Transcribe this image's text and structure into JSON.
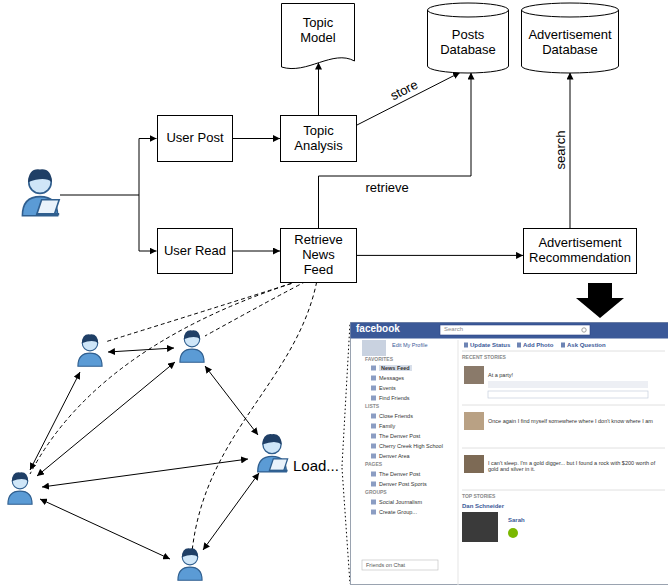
{
  "diagram": {
    "nodes": [
      {
        "text": [
          "Topic Model"
        ]
      },
      {
        "text": [
          "Posts Database"
        ]
      },
      {
        "text": [
          "Advertisement Database"
        ]
      },
      {
        "text": [
          "User Post"
        ]
      },
      {
        "text": [
          "Topic Analysis"
        ]
      },
      {
        "text": [
          "User Read"
        ]
      },
      {
        "text": [
          "Retrieve News Feed"
        ]
      },
      {
        "text": [
          "Advertisement Recommendation"
        ]
      }
    ],
    "edges": [
      {
        "from": 3,
        "to": 4,
        "arrow": "to"
      },
      {
        "from": 4,
        "to": 0,
        "arrow": "to"
      },
      {
        "from": 4,
        "to": 1,
        "label": "store",
        "arrow": "to"
      },
      {
        "from": 5,
        "to": 6,
        "arrow": "to"
      },
      {
        "from": 6,
        "to": 1,
        "label": "retrieve",
        "arrow": "to"
      },
      {
        "from": 6,
        "to": 7,
        "arrow": "to"
      },
      {
        "from": 7,
        "to": 2,
        "label": "search",
        "arrow": "to"
      }
    ],
    "labels": [
      "Load...",
      "facebook",
      "Search",
      "Edit My Profile",
      "FAVORITES",
      "News Feed",
      "Messages",
      "Events",
      "Find Friends",
      "LISTS",
      "Close Friends",
      "Family",
      "The Denver Post",
      "Cherry Creek High School",
      "Denver Area",
      "PAGES",
      "The Denver Post",
      "Denver Post Sports",
      "GROUPS",
      "Social Journalism",
      "Create Group...",
      "Friends on Chat",
      "Update Status",
      "Add Photo",
      "Ask Question",
      "RECENT STORIES",
      "At a party!",
      "Once again I find myself somewhere where I don't know where I am",
      "I can't sleep. I'm a gold digger... but I found a rock with $200 worth of gold and silver in it.",
      "TOP STORIES",
      "Dan Schneider",
      "Sarah"
    ]
  }
}
